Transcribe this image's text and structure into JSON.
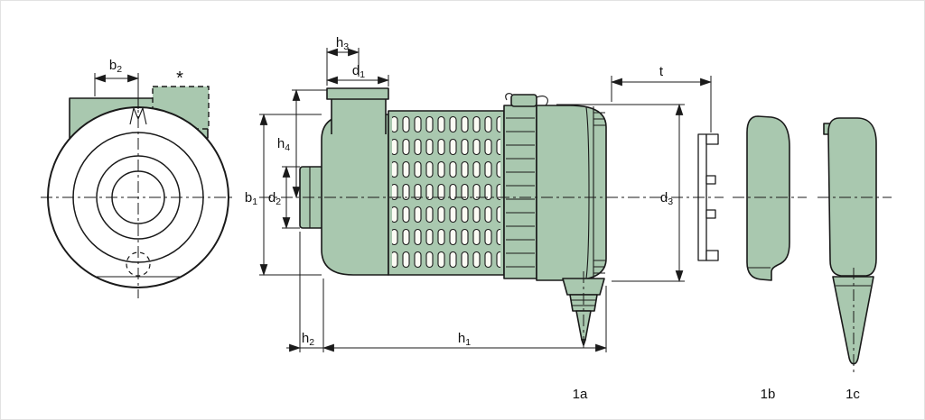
{
  "colors": {
    "part_fill": "#a9c8af",
    "line": "#1a1a1a",
    "background": "#ffffff"
  },
  "dims": {
    "b2": {
      "base": "b",
      "sub": "2"
    },
    "h3": {
      "base": "h",
      "sub": "3"
    },
    "d1": {
      "base": "d",
      "sub": "1"
    },
    "t": {
      "base": "t",
      "sub": ""
    },
    "h4": {
      "base": "h",
      "sub": "4"
    },
    "b1": {
      "base": "b",
      "sub": "1"
    },
    "d2": {
      "base": "d",
      "sub": "2"
    },
    "d3": {
      "base": "d",
      "sub": "3"
    },
    "h2": {
      "base": "h",
      "sub": "2"
    },
    "h1": {
      "base": "h",
      "sub": "1"
    }
  },
  "notes": {
    "asterisk": "*"
  },
  "views": {
    "a": "1a",
    "b": "1b",
    "c": "1c"
  }
}
